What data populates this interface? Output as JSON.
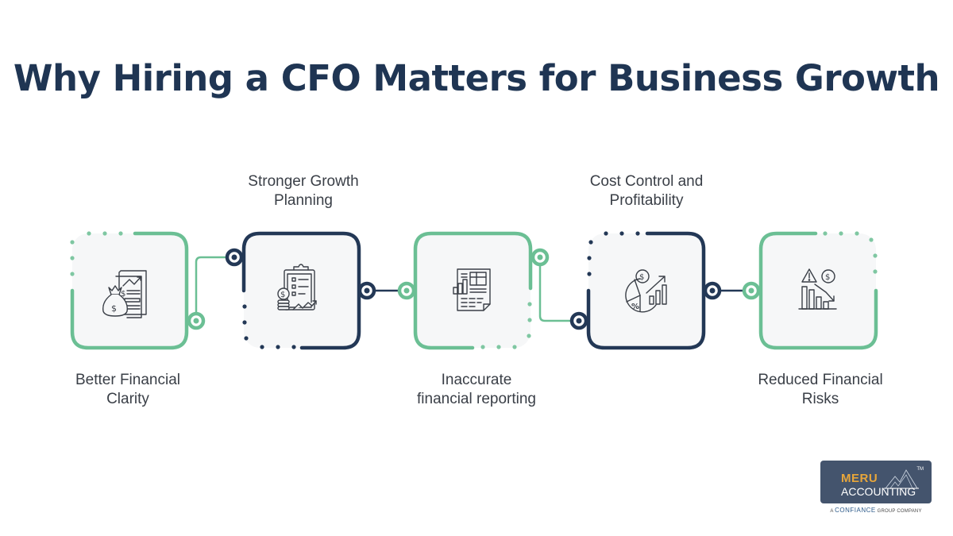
{
  "title": "Why Hiring a CFO Matters for Business Growth",
  "colors": {
    "navy": "#233856",
    "green": "#6bbf94",
    "box_fill": "#f6f7f8",
    "text": "#3a3f47",
    "title": "#1f3553"
  },
  "steps": [
    {
      "label": "Better Financial Clarity",
      "label_line1": "Better Financial",
      "label_line2": "Clarity",
      "label_position": "below",
      "frame_color": "green",
      "icon": "money-bag-report-icon"
    },
    {
      "label": "Stronger Growth Planning",
      "label_line1": "Stronger Growth",
      "label_line2": "Planning",
      "label_position": "above",
      "frame_color": "navy",
      "icon": "clipboard-coins-growth-icon"
    },
    {
      "label": "Inaccurate financial reporting",
      "label_line1": "Inaccurate",
      "label_line2": "financial reporting",
      "label_position": "below",
      "frame_color": "green",
      "icon": "financial-report-document-icon"
    },
    {
      "label": "Cost Control and Profitability",
      "label_line1": "Cost Control and",
      "label_line2": "Profitability",
      "label_position": "above",
      "frame_color": "navy",
      "icon": "pie-chart-profit-icon"
    },
    {
      "label": "Reduced Financial Risks",
      "label_line1": "Reduced Financial",
      "label_line2": "Risks",
      "label_position": "below",
      "frame_color": "green",
      "icon": "risk-warning-decline-icon"
    }
  ],
  "logo": {
    "brand_line1": "MERU",
    "brand_line2": "ACCOUNTING",
    "trademark": "TM",
    "tagline_prefix": "A",
    "tagline_brand": "CONFIANCE",
    "tagline_suffix": "GROUP COMPANY"
  }
}
